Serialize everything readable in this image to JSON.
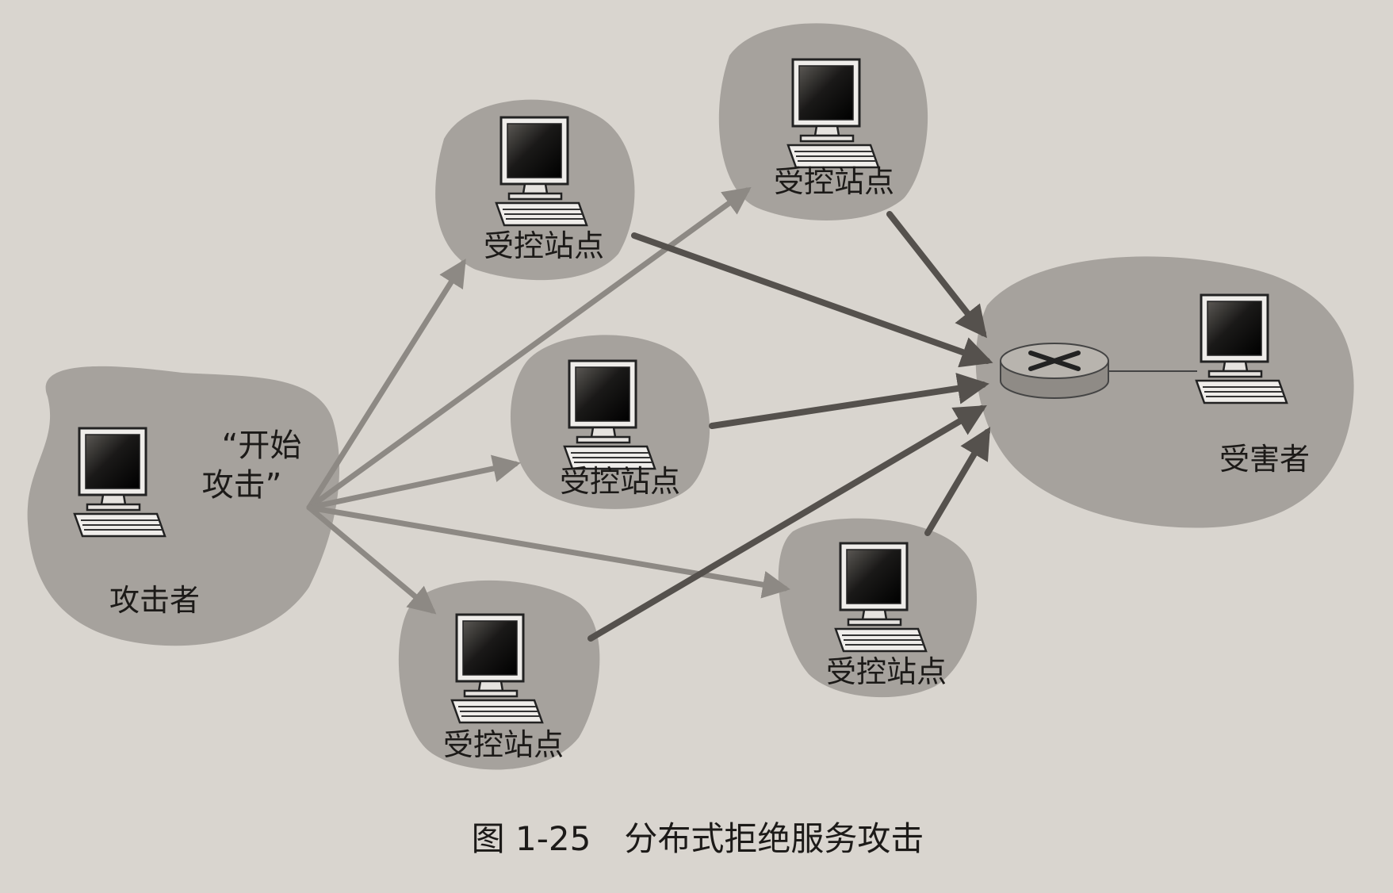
{
  "figure": {
    "caption": "图 1-25　分布式拒绝服务攻击"
  },
  "nodes": {
    "attacker": {
      "label": "攻击者",
      "command": "“开始\n攻击”"
    },
    "zombies": [
      {
        "id": "zombie-top-left",
        "label": "受控站点"
      },
      {
        "id": "zombie-top-right",
        "label": "受控站点"
      },
      {
        "id": "zombie-middle",
        "label": "受控站点"
      },
      {
        "id": "zombie-bottom-left",
        "label": "受控站点"
      },
      {
        "id": "zombie-bottom-right",
        "label": "受控站点"
      }
    ],
    "victim": {
      "label": "受害者"
    }
  },
  "edges": [
    {
      "from": "attacker",
      "to": "zombie-top-left",
      "kind": "command"
    },
    {
      "from": "attacker",
      "to": "zombie-top-right",
      "kind": "command"
    },
    {
      "from": "attacker",
      "to": "zombie-middle",
      "kind": "command"
    },
    {
      "from": "attacker",
      "to": "zombie-bottom-left",
      "kind": "command"
    },
    {
      "from": "attacker",
      "to": "zombie-bottom-right",
      "kind": "command"
    },
    {
      "from": "zombie-top-left",
      "to": "victim",
      "kind": "attack"
    },
    {
      "from": "zombie-top-right",
      "to": "victim",
      "kind": "attack"
    },
    {
      "from": "zombie-middle",
      "to": "victim",
      "kind": "attack"
    },
    {
      "from": "zombie-bottom-left",
      "to": "victim",
      "kind": "attack"
    },
    {
      "from": "zombie-bottom-right",
      "to": "victim",
      "kind": "attack"
    }
  ],
  "colors": {
    "page": "#d9d5cf",
    "blob": "#a6a29d",
    "command_arrow": "#8d8984",
    "attack_arrow": "#55514d",
    "text": "#1c1a18"
  }
}
